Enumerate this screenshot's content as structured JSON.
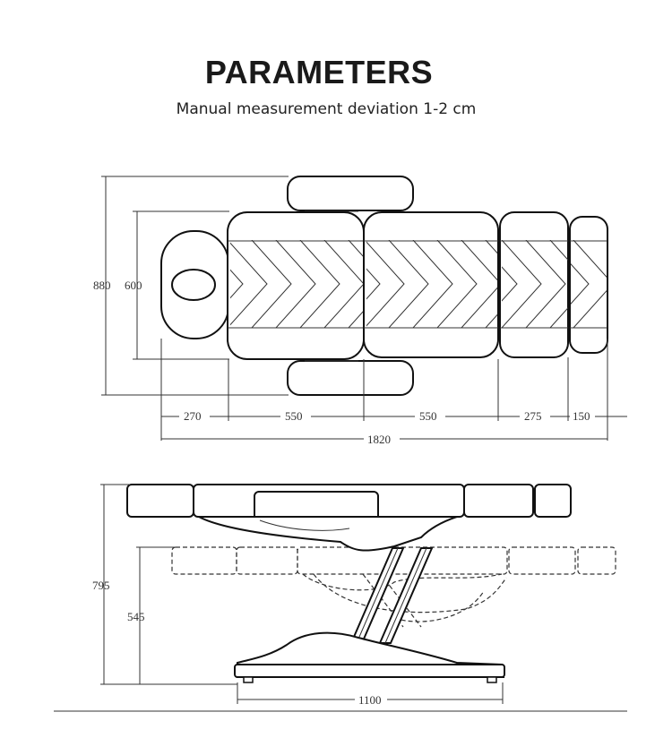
{
  "header": {
    "title": "PARAMETERS",
    "subtitle": "Manual measurement deviation 1-2 cm"
  },
  "top_view": {
    "height_total": "880",
    "height_bed": "600",
    "seg_head": "270",
    "seg_back": "550",
    "seg_seat": "550",
    "seg_thigh": "275",
    "seg_foot": "150",
    "length_total": "1820"
  },
  "side_view": {
    "height_max": "795",
    "height_min": "545",
    "base_length": "1100"
  }
}
